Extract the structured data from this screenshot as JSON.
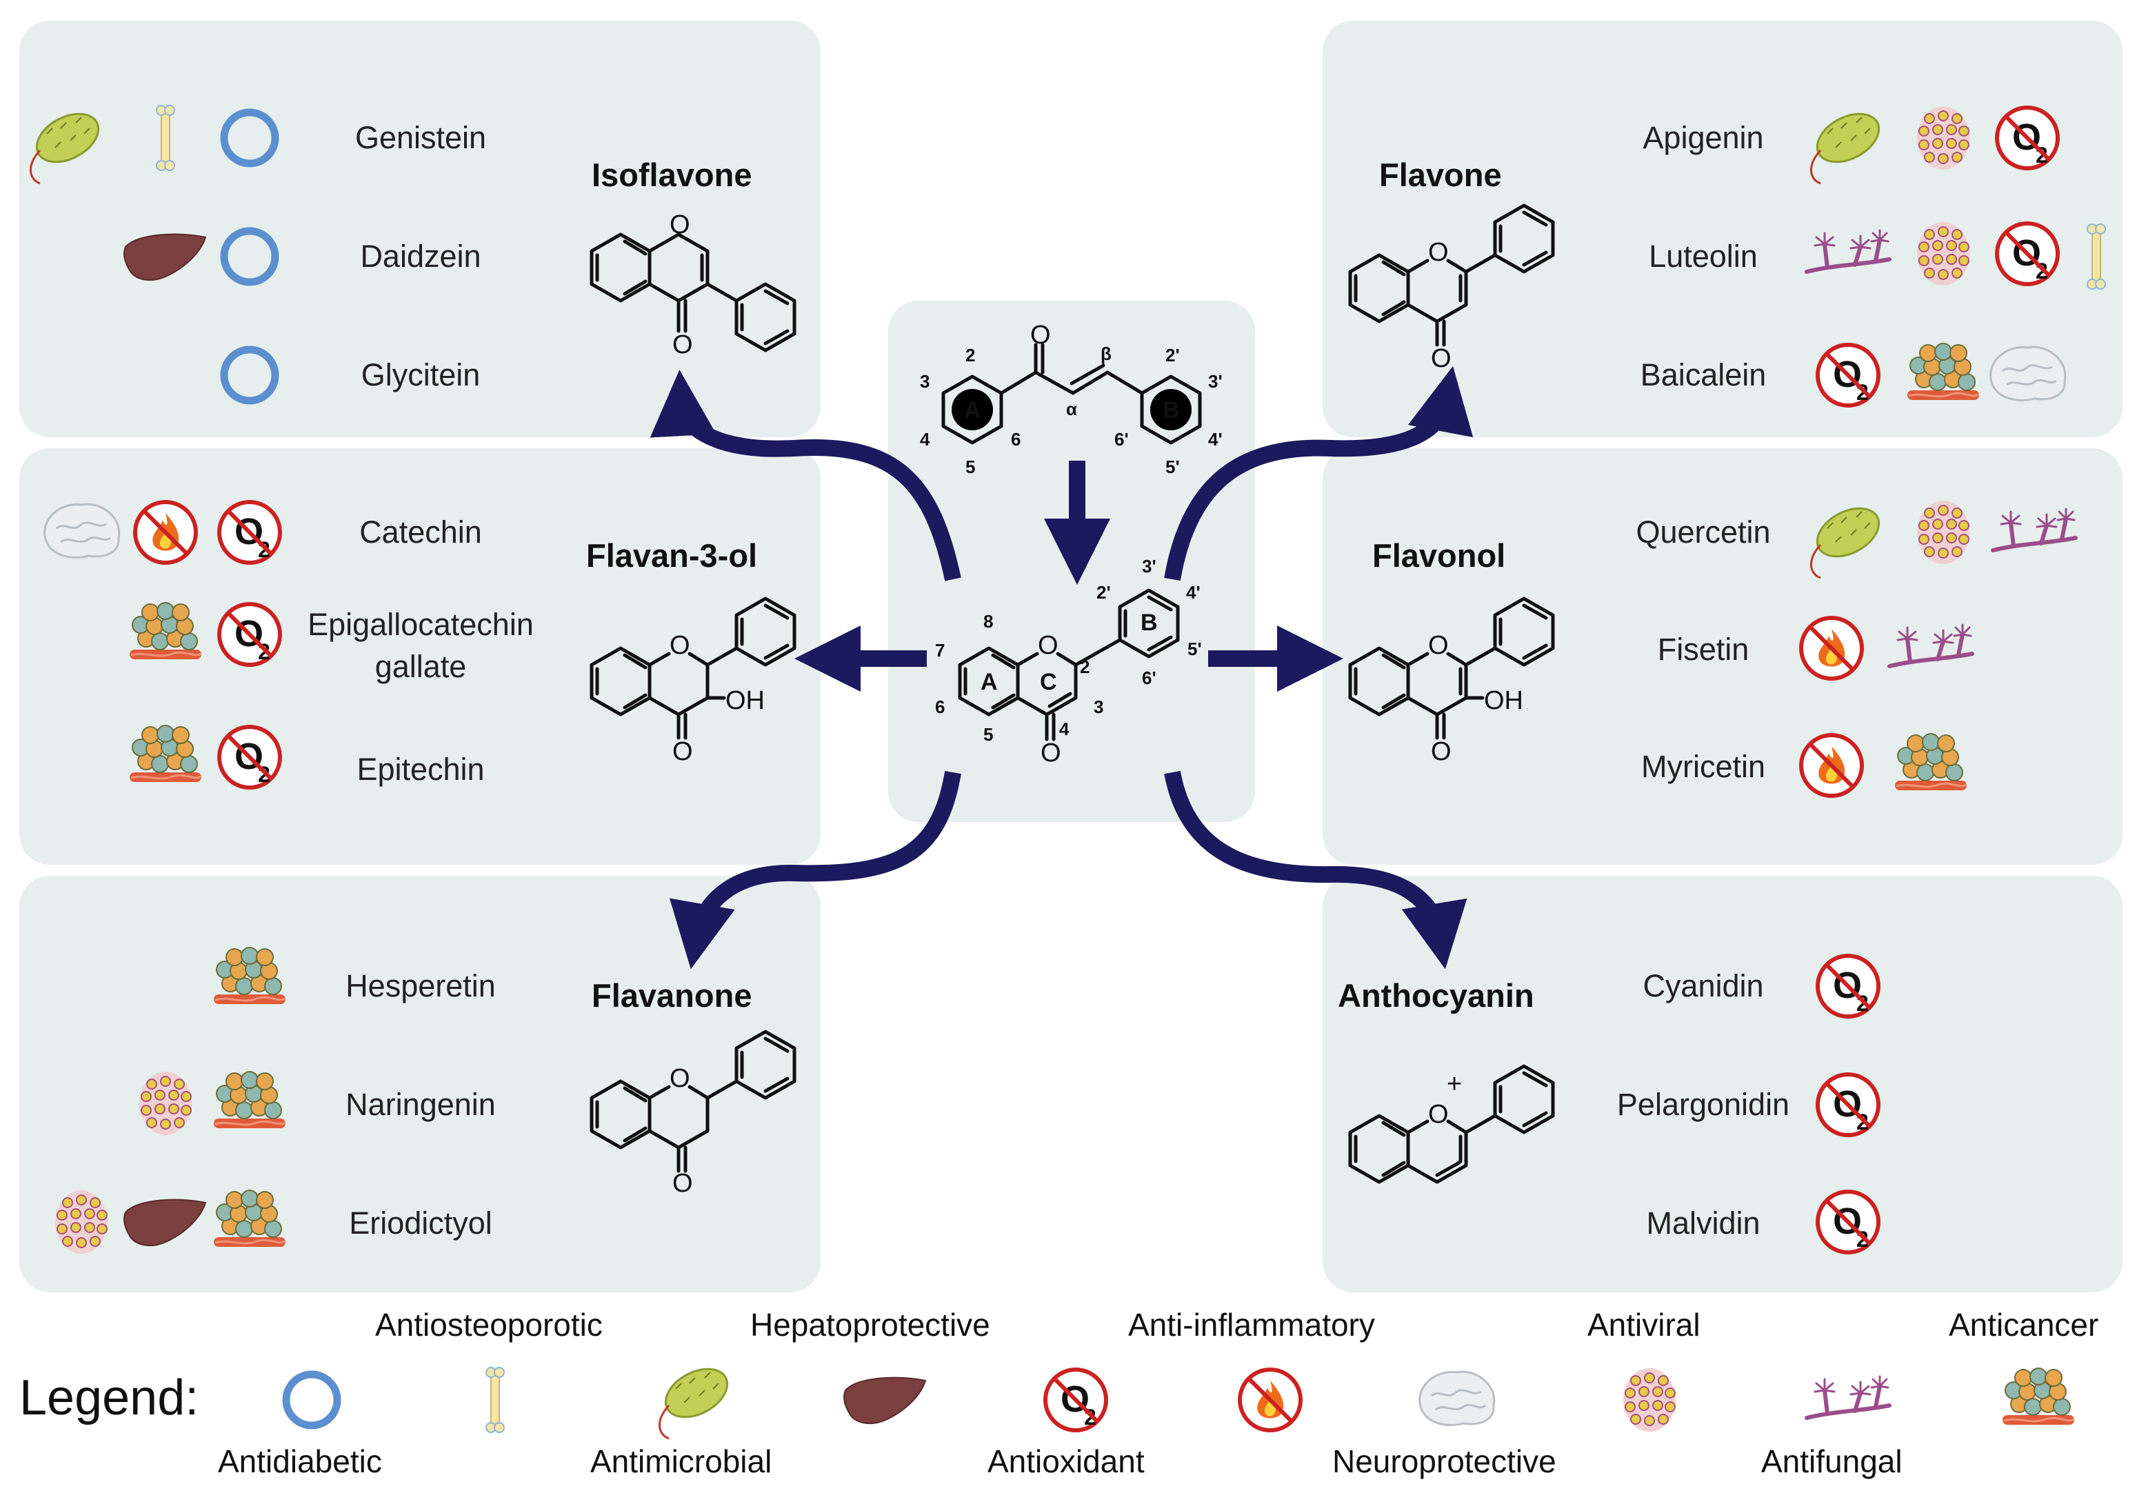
{
  "classes": {
    "isoflavone": {
      "title": "Isoflavone",
      "compounds": [
        "Genistein",
        "Daidzein",
        "Glycitein"
      ]
    },
    "flavan3ol": {
      "title": "Flavan-3-ol",
      "compounds": [
        "Catechin",
        "Epigallocatechin gallate",
        "Epitechin"
      ]
    },
    "flavanone": {
      "title": "Flavanone",
      "compounds": [
        "Hesperetin",
        "Naringenin",
        "Eriodictyol"
      ]
    },
    "flavone": {
      "title": "Flavone",
      "compounds": [
        "Apigenin",
        "Luteolin",
        "Baicalein"
      ]
    },
    "flavonol": {
      "title": "Flavonol",
      "compounds": [
        "Quercetin",
        "Fisetin",
        "Myricetin"
      ]
    },
    "anthocyanin": {
      "title": "Anthocyanin",
      "compounds": [
        "Cyanidin",
        "Pelargonidin",
        "Malvidin"
      ]
    }
  },
  "chem": {
    "O": "O",
    "OH": "OH",
    "ring_a": "A",
    "ring_b": "B",
    "ring_c": "C",
    "alpha": "α",
    "beta": "β",
    "plus": "+",
    "chalcone_nums": [
      "2",
      "3",
      "4",
      "5",
      "6",
      "2'",
      "3'",
      "4'",
      "5'",
      "6'"
    ],
    "flavone_nums": [
      "8",
      "7",
      "6",
      "5",
      "4",
      "3",
      "2",
      "2'",
      "3'",
      "4'",
      "5'",
      "6'"
    ]
  },
  "legend": {
    "title": "Legend:",
    "items": [
      "Antidiabetic",
      "Antiosteoporotic",
      "Antimicrobial",
      "Hepatoprotective",
      "Antioxidant",
      "Anti-inflammatory",
      "Neuroprotective",
      "Antiviral",
      "Antifungal",
      "Anticancer"
    ]
  },
  "colors": {
    "panel": "#e6efed",
    "arrow": "#1b1a5e",
    "antidiabetic": "#5b8fcf",
    "antioxidant": "#cc2222",
    "bacteria": "#c3cf55",
    "liver": "#7b3f40",
    "virus": "#d8c050",
    "fungus": "#9b4d8a"
  },
  "icons": [
    "bacteria-icon",
    "bone-icon",
    "antidiabetic-ring-icon",
    "liver-icon",
    "antioxidant-o2-icon",
    "flame-icon",
    "brain-icon",
    "virus-icon",
    "fungus-icon",
    "cancer-cells-icon"
  ]
}
